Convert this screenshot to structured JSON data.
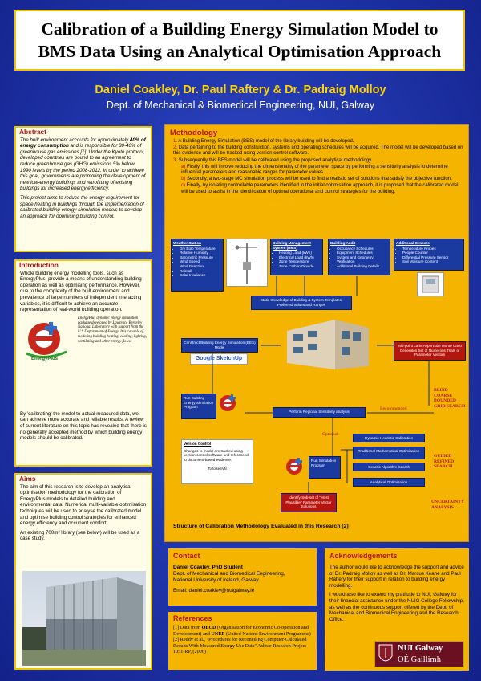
{
  "header": {
    "title_line1": "Calibration of a Building Energy Simulation Model to",
    "title_line2": "BMS Data Using an Analytical Optimisation Approach"
  },
  "authors": "Daniel Coakley, Dr. Paul Raftery & Dr. Padraig Molloy",
  "affiliation": "Dept. of Mechanical & Biomedical Engineering, NUI, Galway",
  "abstract": {
    "title": "Abstract",
    "p1a": "The built environment accounts for approximately ",
    "p1b": "40% of energy consumption",
    "p1c": " and is responsible for 30-40% of greenhouse gas emissions [1]. Under the Kyoto protocol, developed countries are bound to an agreement to reduce greenhouse gas (GHG) emissions 5% below 1990 levels by the period 2008-2012. In order to achieve this goal, governments are promoting the development of new low-energy buildings and retrofitting of existing buildings for increased energy efficiency.",
    "p2": "This project aims to reduce the energy requirement for space heating in buildings through the implementation of calibrated building energy simulation models to develop an approach for optimising building control."
  },
  "introduction": {
    "title": "Introduction",
    "p1": "Whole building energy modelling tools, such as EnergyPlus, provide a means of understanding building operation as well as optimising performance. However, due to the complexity of the built environment and prevalence of large numbers of independent interacting variables, it is difficult to achieve an accurate representation of real-world building operation.",
    "logo_text": "EnergyPlus",
    "logo_caption": "EnergyPlus dynamic energy simulation package developed by Lawrence Berkeley National Laboratory with support from the U.S Department of Energy. It is capable of modeling building heating, cooling, lighting, ventilating and other energy flows.",
    "p2": "By 'calibrating' the model to actual measured data, we can achieve more accurate and reliable results. A review of current literature on this topic has revealed that there is no generally accepted method by which building energy models should be calibrated."
  },
  "aims": {
    "title": "Aims",
    "p1": "The aim of this research is to develop an analytical optimisation methodology for the calibration of EnergyPlus models to detailed building and environmental data. Numerical multi-variable optimisation techniques will be used to analyse the calibrated model and optimise building control strategies for enhanced energy efficiency and occupant comfort.",
    "p2": "An existing 700m² library (see below) will be used as a case study."
  },
  "methodology": {
    "title": "Methodology",
    "steps": [
      {
        "n": "1.",
        "text": "A Building Energy Simulation (BES) model of the library building will be developed."
      },
      {
        "n": "2.",
        "text": "Data pertaining to the building construction, systems and operating schedules will be acquired. The model will be developed based on this evidence and will be tracked using version control software."
      },
      {
        "n": "3.",
        "text": "Subsequently this BES model will be calibrated using the proposed analytical methodology."
      }
    ],
    "substeps": [
      {
        "n": "a)",
        "text": "Firstly, this will involve reducing the dimensionality of the parameter space by performing a sensitivity analysis to determine influential parameters and reasonable ranges for parameter values."
      },
      {
        "n": "b)",
        "text": "Secondly, a two-stage MC simulation process will be used to find a realistic set of solutions that satisfy the objective function."
      },
      {
        "n": "c)",
        "text": "Finally, by isolating controllable parameters identified in the initial optimisation approach, it is proposed that the calibrated model will be used to assist in the identification of optimal operational and control strategies for the building."
      }
    ],
    "diagram": {
      "weather": {
        "title": "Weather Station",
        "items": [
          "Dry Bulb Temperature",
          "Relative Humidity",
          "Barometric Pressure",
          "Wind Speed",
          "Wind Direction",
          "Rainfall",
          "Solar Irradiance"
        ]
      },
      "bms": {
        "title": "Building Management System (BMS)",
        "items": [
          "Heating Load (kWh)",
          "Electrical Load (kWh)",
          "Zone Temperature",
          "Zone Carbon Dioxide"
        ]
      },
      "audit": {
        "title": "Building Audit",
        "items": [
          "Occupancy Schedules",
          "Equipment Schedules",
          "System and Geometry Verification",
          "Additional Building Details"
        ]
      },
      "sensors": {
        "title": "Additional Sensors",
        "items": [
          "Temperature Probes",
          "People Counter",
          "Differential Pressure Sensor",
          "Soil Moisture Content"
        ]
      },
      "static": "Static Knowledge of Building & System Templates, Preferred Values and Ranges",
      "construct": "Construct Building Energy Simulation (BES) Model",
      "sketchup": "Google SketchUp",
      "midpoint": "Mid-point Latin Hypercube Monte Carlo Generates Set of Numerous Trials of Parameter Vectors",
      "run1": "Run Building Energy Simulation Program",
      "sensitivity": "Perform Regional Sensitivity analysis",
      "recommended": "Recommended",
      "blind": "BLIND COARSE BOUNDED GRID SEARCH",
      "version_title": "Version Control",
      "version_text": "Changes to model are tracked using version control software and referenced to document-based evidence.",
      "tortoise": "TortoiseSVN",
      "optional": "Optional",
      "run2": "Run Simulation Program",
      "methods": [
        "Dynamic Heuristic Calibration",
        "Traditional Mathematical Optimisation",
        "Genetic Algorithm Search",
        "Analytical Optimisation"
      ],
      "guided": "GUIDED REFINED SEARCH",
      "identify": "Identify Sub-set of \"Most Plausible\" Parameter Vector Solutions",
      "uncertainty": "UNCERTAINTY ANALYSIS"
    },
    "caption": "Structure of Calibration Methodology Evaluated in this Research [2]"
  },
  "contact": {
    "title": "Contact",
    "name": "Daniel Coakley, PhD Student",
    "line1": "Dept. of Mechanical  and Biomedical Engineering,",
    "line2": "National University of Ireland, Galway",
    "email": "Email: daniel.coakley@nuigalway.ie"
  },
  "references": {
    "title": "References",
    "r1a": "[1] Data from ",
    "r1b": "OECD",
    "r1c": " (Organisation for Economic Co-operation and Development) and ",
    "r1d": "UNEP",
    "r1e": " (United Nations Environment Programme)",
    "r2": "[2] Reddy et al., \"Procedures for Reconciling Computer-Calculated Results With Measured Energy Use Data\" Ashrae Research Project 1051-RP, (2006)"
  },
  "acknowledgements": {
    "title": "Acknowledgements",
    "p1": "The author would like to acknowledge the support and advice of Dr. Padraig Molloy as well as Dr. Marcus Keane and Paul Raftery for their support in relation to building energy modelling.",
    "p2": "I would also like to extend my gratitude to NUI, Galway for their financial assistance under the NUIG College Fellowship, as well as the continuous support offered by the Dept. of Mechanical and Biomedical Engineering and the Research Office."
  },
  "logo": {
    "line1": "NUI Galway",
    "line2": "OÉ Gaillimh"
  }
}
